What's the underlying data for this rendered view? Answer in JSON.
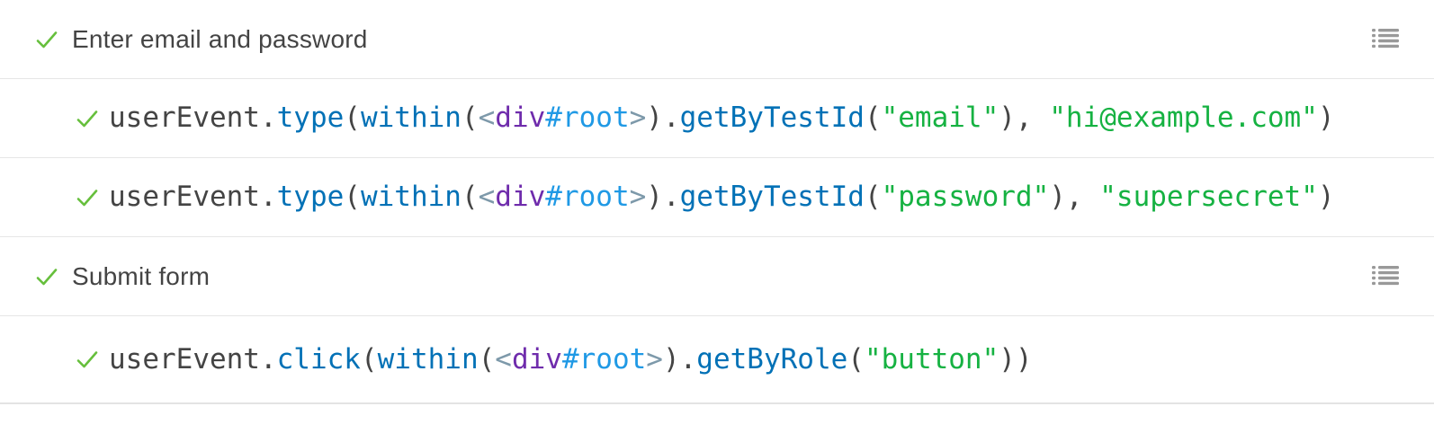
{
  "panel": {
    "name": "interactions-panel",
    "background": "#ffffff",
    "border_color": "#e6e6e6"
  },
  "colors": {
    "base": "#444444",
    "method": "#0271B6",
    "string": "#16B242",
    "tag_name": "#6F2CAC",
    "tag_suffix": "#1F99E5",
    "muted": "#7D99AA",
    "check": "#66BF3C",
    "icon": "#999999",
    "label": "#444444"
  },
  "icons": {
    "status": "check-icon",
    "row_action": "list-unordered-icon"
  },
  "rows": [
    {
      "kind": "interaction",
      "status": "passed",
      "label": "Enter email and password"
    },
    {
      "kind": "call",
      "status": "passed",
      "tokens": [
        {
          "text": "userEvent.",
          "color": "base"
        },
        {
          "text": "type",
          "color": "method"
        },
        {
          "text": "(",
          "color": "base"
        },
        {
          "text": "within",
          "color": "method"
        },
        {
          "text": "(",
          "color": "base"
        },
        {
          "text": "<",
          "color": "muted"
        },
        {
          "text": "div",
          "color": "tag_name"
        },
        {
          "text": "#root",
          "color": "tag_suffix"
        },
        {
          "text": ">",
          "color": "muted"
        },
        {
          "text": ").",
          "color": "base"
        },
        {
          "text": "getByTestId",
          "color": "method"
        },
        {
          "text": "(",
          "color": "base"
        },
        {
          "text": "\"email\"",
          "color": "string"
        },
        {
          "text": "), ",
          "color": "base"
        },
        {
          "text": "\"hi@example.com\"",
          "color": "string"
        },
        {
          "text": ")",
          "color": "base"
        }
      ]
    },
    {
      "kind": "call",
      "status": "passed",
      "tokens": [
        {
          "text": "userEvent.",
          "color": "base"
        },
        {
          "text": "type",
          "color": "method"
        },
        {
          "text": "(",
          "color": "base"
        },
        {
          "text": "within",
          "color": "method"
        },
        {
          "text": "(",
          "color": "base"
        },
        {
          "text": "<",
          "color": "muted"
        },
        {
          "text": "div",
          "color": "tag_name"
        },
        {
          "text": "#root",
          "color": "tag_suffix"
        },
        {
          "text": ">",
          "color": "muted"
        },
        {
          "text": ").",
          "color": "base"
        },
        {
          "text": "getByTestId",
          "color": "method"
        },
        {
          "text": "(",
          "color": "base"
        },
        {
          "text": "\"password\"",
          "color": "string"
        },
        {
          "text": "), ",
          "color": "base"
        },
        {
          "text": "\"supersecret\"",
          "color": "string"
        },
        {
          "text": ")",
          "color": "base"
        }
      ]
    },
    {
      "kind": "interaction",
      "status": "passed",
      "label": "Submit form"
    },
    {
      "kind": "call",
      "status": "passed",
      "tokens": [
        {
          "text": "userEvent.",
          "color": "base"
        },
        {
          "text": "click",
          "color": "method"
        },
        {
          "text": "(",
          "color": "base"
        },
        {
          "text": "within",
          "color": "method"
        },
        {
          "text": "(",
          "color": "base"
        },
        {
          "text": "<",
          "color": "muted"
        },
        {
          "text": "div",
          "color": "tag_name"
        },
        {
          "text": "#root",
          "color": "tag_suffix"
        },
        {
          "text": ">",
          "color": "muted"
        },
        {
          "text": ").",
          "color": "base"
        },
        {
          "text": "getByRole",
          "color": "method"
        },
        {
          "text": "(",
          "color": "base"
        },
        {
          "text": "\"button\"",
          "color": "string"
        },
        {
          "text": "))",
          "color": "base"
        }
      ]
    }
  ]
}
